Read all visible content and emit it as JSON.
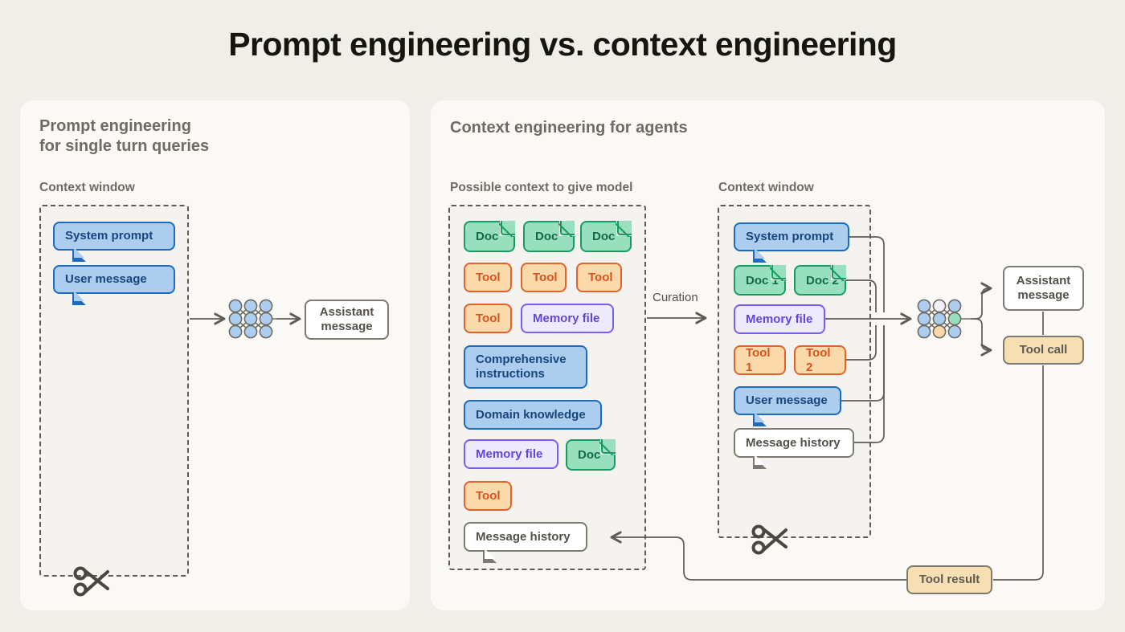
{
  "title": "Prompt engineering vs. context engineering",
  "colors": {
    "page_bg": "#F0EEE9",
    "card_bg": "#FAF9F5",
    "blue": "#ADCDEF",
    "blue_border": "#1C6BBE",
    "green": "#98E0BD",
    "green_border": "#189B63",
    "orange": "#FBD9AA",
    "orange_border": "#E2622B",
    "purple": "#EDEAFE",
    "purple_border": "#7B5CF0",
    "tan": "#F7DFB3",
    "line": "#5E5B54"
  },
  "left_panel": {
    "heading": "Prompt engineering\nfor single turn queries",
    "context_label": "Context window",
    "chips": [
      {
        "label": "System prompt",
        "type": "bubble-blue"
      },
      {
        "label": "User message",
        "type": "bubble-blue"
      }
    ],
    "output": {
      "label": "Assistant\nmessage",
      "type": "plain"
    },
    "scissors_icon": "scissors-icon",
    "network_icon": "neural-network-icon"
  },
  "right_panel": {
    "heading": "Context engineering for agents",
    "possible_label": "Possible context to give model",
    "context_label": "Context window",
    "curation_label": "Curation",
    "possible_chips": [
      {
        "label": "Doc",
        "type": "doc"
      },
      {
        "label": "Doc",
        "type": "doc"
      },
      {
        "label": "Doc",
        "type": "doc"
      },
      {
        "label": "Tool",
        "type": "orange"
      },
      {
        "label": "Tool",
        "type": "orange"
      },
      {
        "label": "Tool",
        "type": "orange"
      },
      {
        "label": "Tool",
        "type": "orange"
      },
      {
        "label": "Memory file",
        "type": "purple"
      },
      {
        "label": "Comprehensive\ninstructions",
        "type": "blue"
      },
      {
        "label": "Domain knowledge",
        "type": "blue"
      },
      {
        "label": "Memory file",
        "type": "purple"
      },
      {
        "label": "Doc",
        "type": "doc"
      },
      {
        "label": "Tool",
        "type": "orange"
      },
      {
        "label": "Message history",
        "type": "bubble-white"
      }
    ],
    "context_chips": [
      {
        "label": "System prompt",
        "type": "bubble-blue"
      },
      {
        "label": "Doc 1",
        "type": "doc"
      },
      {
        "label": "Doc 2",
        "type": "doc"
      },
      {
        "label": "Memory file",
        "type": "purple"
      },
      {
        "label": "Tool 1",
        "type": "orange"
      },
      {
        "label": "Tool 2",
        "type": "orange"
      },
      {
        "label": "User message",
        "type": "bubble-blue"
      },
      {
        "label": "Message history",
        "type": "bubble-white"
      }
    ],
    "outputs": [
      {
        "label": "Assistant\nmessage",
        "type": "plain"
      },
      {
        "label": "Tool call",
        "type": "tan"
      },
      {
        "label": "Tool result",
        "type": "tan"
      }
    ],
    "scissors_icon": "scissors-icon",
    "network_icon": "neural-network-icon"
  }
}
